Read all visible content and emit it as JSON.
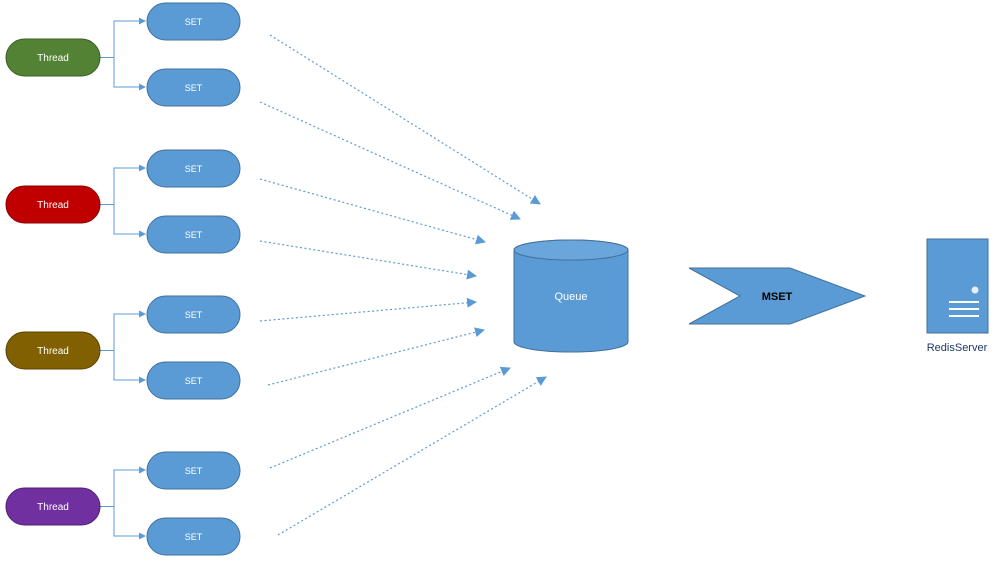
{
  "colors": {
    "node_fill": "#5b9bd5",
    "node_stroke": "#41719c",
    "connector": "#5b9bd5",
    "text_light": "#ffffff",
    "text_dark": "#000000",
    "server_label": "#1f3864"
  },
  "threads": [
    {
      "label": "Thread",
      "color": "#548235",
      "sets": [
        {
          "label": "SET"
        },
        {
          "label": "SET"
        }
      ]
    },
    {
      "label": "Thread",
      "color": "#c00000",
      "sets": [
        {
          "label": "SET"
        },
        {
          "label": "SET"
        }
      ]
    },
    {
      "label": "Thread",
      "color": "#806000",
      "sets": [
        {
          "label": "SET"
        },
        {
          "label": "SET"
        }
      ]
    },
    {
      "label": "Thread",
      "color": "#7030a0",
      "sets": [
        {
          "label": "SET"
        },
        {
          "label": "SET"
        }
      ]
    }
  ],
  "queue": {
    "label": "Queue"
  },
  "mset": {
    "label": "MSET"
  },
  "server": {
    "label": "RedisServer",
    "icon": "server-icon"
  }
}
